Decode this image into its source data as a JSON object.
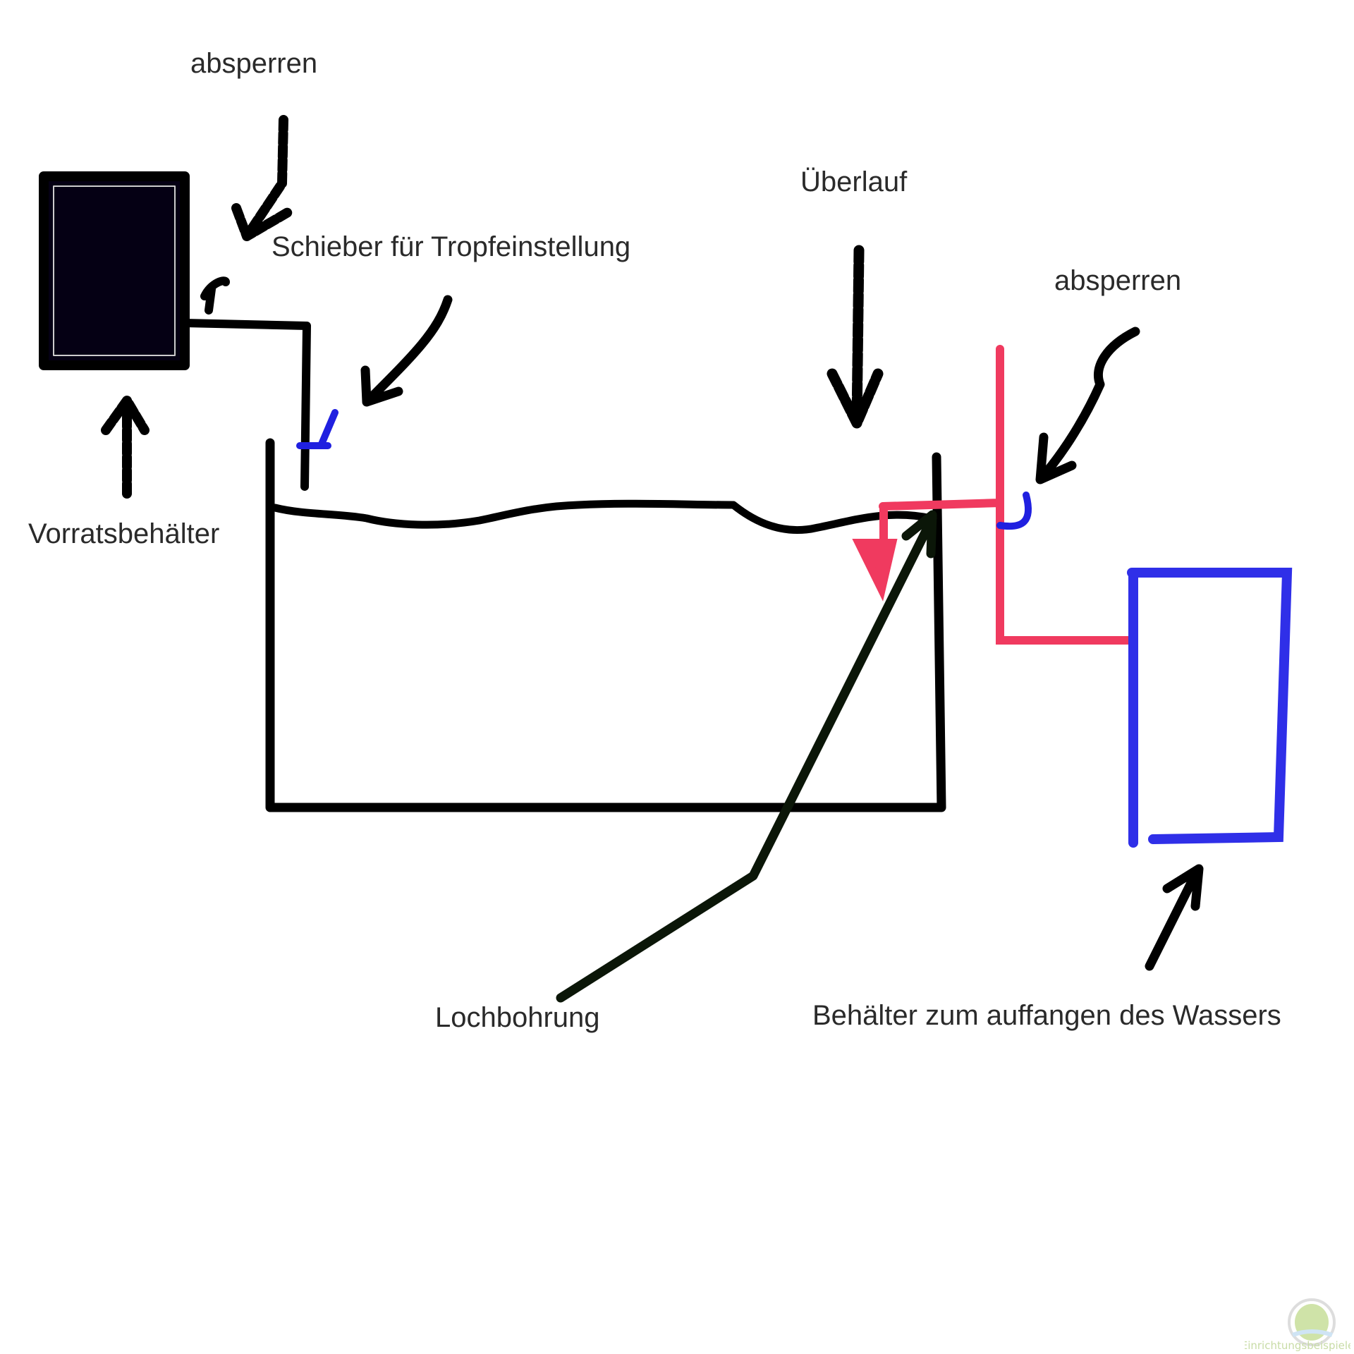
{
  "labels": {
    "absperren_left": "absperren",
    "schieber": "Schieber für Tropfeinstellung",
    "ueberlauf": "Überlauf",
    "absperren_right": "absperren",
    "vorratsbehaelter": "Vorratsbehälter",
    "lochbohrung": "Lochbohrung",
    "auffangbehaelter": "Behälter zum auffangen des Wassers"
  },
  "watermark": {
    "text": "www.Einrichtungsbeispiele.de"
  },
  "colors": {
    "ink": "#000000",
    "overflow_pipe": "#f03a5f",
    "valve": "#2020e0",
    "catch_container": "#2f2fe8"
  }
}
